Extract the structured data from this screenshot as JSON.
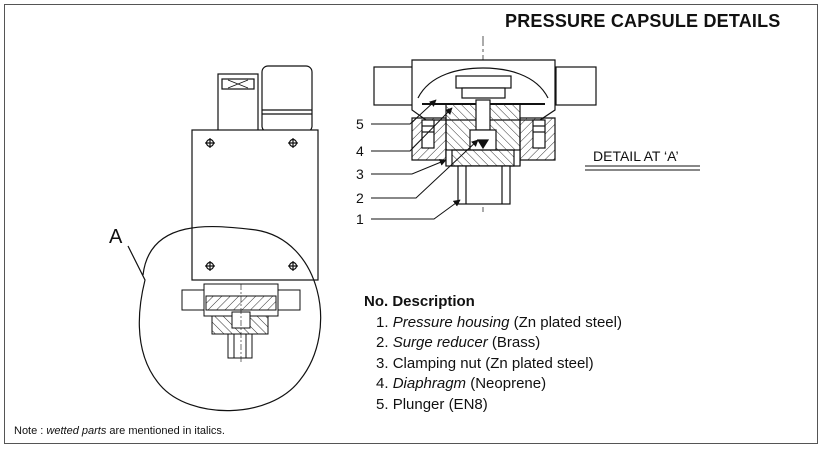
{
  "title": "PRESSURE CAPSULE DETAILS",
  "detail_label": "DETAIL AT ‘A’",
  "detail_marker": "A",
  "callouts": [
    "5",
    "4",
    "3",
    "2",
    "1"
  ],
  "description": {
    "header": "No. Description",
    "items": [
      {
        "no": "1.",
        "name": "Pressure housing",
        "material": "(Zn plated steel)",
        "wetted": true
      },
      {
        "no": "2.",
        "name": "Surge reducer",
        "material": "(Brass)",
        "wetted": true
      },
      {
        "no": "3.",
        "name": "Clamping nut",
        "material": "(Zn plated steel)",
        "wetted": false
      },
      {
        "no": "4.",
        "name": "Diaphragm",
        "material": "(Neoprene)",
        "wetted": true
      },
      {
        "no": "5.",
        "name": "Plunger",
        "material": "(EN8)",
        "wetted": false
      }
    ]
  },
  "note": {
    "prefix": "Note : ",
    "italic": "wetted parts",
    "suffix": " are mentioned in italics."
  }
}
